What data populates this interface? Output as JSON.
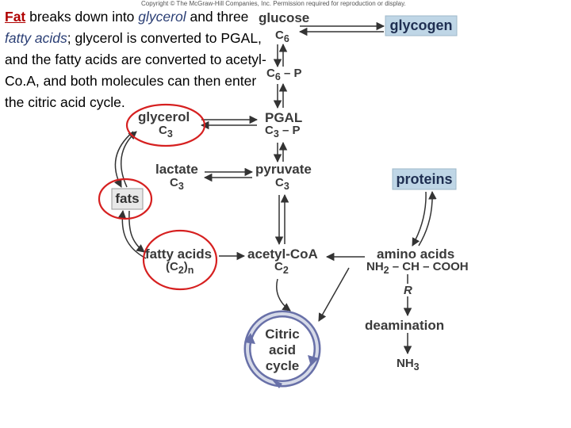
{
  "header": {
    "copyright": "Copyright © The McGraw-Hill Companies, Inc. Permission required for reproduction or display."
  },
  "intro": {
    "fat": "Fat",
    "t1": " breaks down into ",
    "glycerol": "glycerol",
    "t2": " and three ",
    "fatty_acids": "fatty acids",
    "t3": "; glycerol is converted to PGAL, and the fatty acids are converted to acetyl-Co.A, and both molecules can then enter the citric acid cycle."
  },
  "diagram": {
    "glucose": "glucose",
    "c6": "C",
    "c6_sub": "6",
    "glycogen": "glycogen",
    "c6p": "C",
    "c6p_sub": "6",
    "c6p_suffix": " – P",
    "pgal": "PGAL",
    "c3p": "C",
    "c3p_sub": "3",
    "c3p_suffix": " – P",
    "glycerol": "glycerol",
    "glycerol_c": "C",
    "glycerol_sub": "3",
    "lactate": "lactate",
    "lactate_c": "C",
    "lactate_sub": "3",
    "pyruvate": "pyruvate",
    "pyruvate_c": "C",
    "pyruvate_sub": "3",
    "fats": "fats",
    "proteins": "proteins",
    "fatty_acids": "fatty acids",
    "fatty_formula_a": "(C",
    "fatty_formula_sub": "2",
    "fatty_formula_b": ")",
    "fatty_formula_n": "n",
    "acetyl_coa": "acetyl-CoA",
    "acetyl_c": "C",
    "acetyl_sub": "2",
    "amino_acids": "amino acids",
    "amino_nh": "NH",
    "amino_nh_sub": "2",
    "amino_rest": " – CH – COOH",
    "amino_r": "R",
    "deamination": "deamination",
    "nh3": "NH",
    "nh3_sub": "3",
    "citric_1": "Citric",
    "citric_2": "acid",
    "citric_3": "cycle"
  },
  "colors": {
    "highlight_circle": "#d62020",
    "box_fill": "#bfd6e6",
    "arrow": "#333333",
    "cycle_arrow": "#6870a8"
  }
}
